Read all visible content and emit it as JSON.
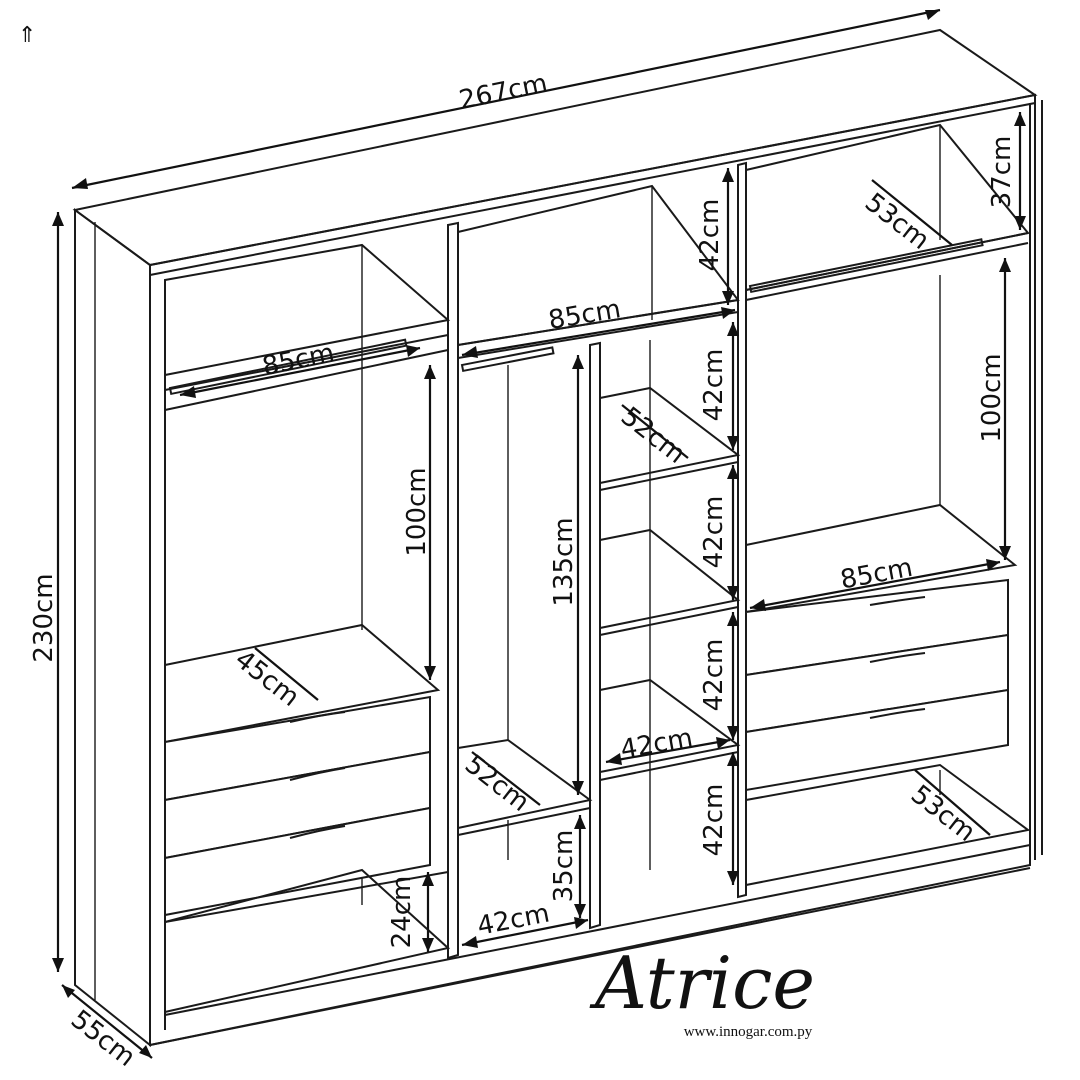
{
  "corner_icon": "upload-arrow-icon",
  "corner_glyph": "⇑",
  "dimensions": {
    "total_width": "267cm",
    "total_height": "230cm",
    "depth": "55cm",
    "left_rail": "85cm",
    "left_hanging": "100cm",
    "left_shelf_depth": "45cm",
    "left_bottom": "24cm",
    "mid_top": "42cm",
    "mid_rail": "85cm",
    "mid_hanging": "135cm",
    "mid_shelf_depth": "52cm",
    "mid_bottom_height": "35cm",
    "mid_bottom_width": "42cm",
    "col3_shelf1": "42cm",
    "col3_depth": "52cm",
    "col3_shelf2": "42cm",
    "col3_shelf3": "42cm",
    "col3_width": "42cm",
    "col3_shelf4": "42cm",
    "right_top": "37cm",
    "right_depth_top": "53cm",
    "right_hanging": "100cm",
    "right_rail": "85cm",
    "right_depth_bottom": "53cm"
  },
  "brand": {
    "name": "Atrice",
    "website": "www.innogar.com.py"
  }
}
